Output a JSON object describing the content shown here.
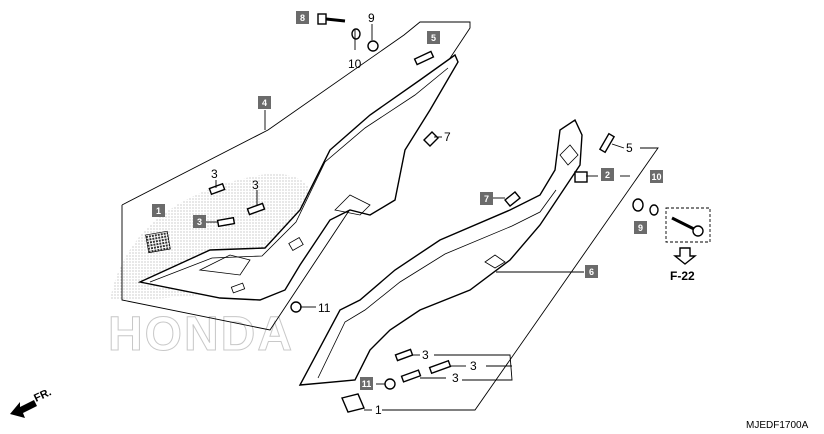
{
  "diagram_code": "MJEDF1700A",
  "page_ref": "F-22",
  "direction_label": "FR.",
  "watermark": "HONDA",
  "callouts": {
    "c1": "1",
    "c2": "2",
    "c3a": "3",
    "c3b": "3",
    "c3c": "3",
    "c3d": "3",
    "c3e": "3",
    "c4": "4",
    "c5a": "5",
    "c5b": "5",
    "c6": "6",
    "c7a": "7",
    "c7b": "7",
    "c8": "8",
    "c9a": "9",
    "c9b": "9",
    "c10a": "10",
    "c10b": "10",
    "c11a": "11",
    "c11b": "11",
    "c1b": "1"
  },
  "colors": {
    "box_fill": "#6b6b6b",
    "box_text": "#ffffff",
    "dots": "#9a9a9a"
  }
}
